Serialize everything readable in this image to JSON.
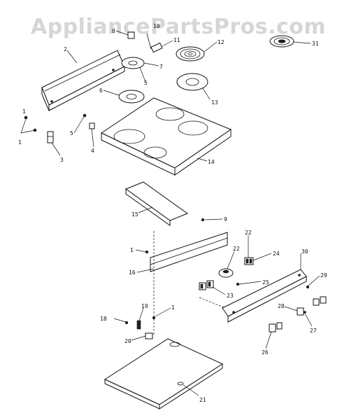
{
  "watermark": "AppliancePartsPros.com",
  "callouts": [
    {
      "id": "c2",
      "text": "2"
    },
    {
      "id": "c1a",
      "text": "1"
    },
    {
      "id": "c3",
      "text": "3"
    },
    {
      "id": "c4a",
      "text": "1"
    },
    {
      "id": "c5a",
      "text": "5"
    },
    {
      "id": "c4",
      "text": "4"
    },
    {
      "id": "c6",
      "text": "6"
    },
    {
      "id": "c5b",
      "text": "5"
    },
    {
      "id": "c7",
      "text": "7"
    },
    {
      "id": "c8",
      "text": "8"
    },
    {
      "id": "c10",
      "text": "10"
    },
    {
      "id": "c11",
      "text": "11"
    },
    {
      "id": "c12",
      "text": "12"
    },
    {
      "id": "c13",
      "text": "13"
    },
    {
      "id": "c14",
      "text": "14"
    },
    {
      "id": "c31",
      "text": "31"
    },
    {
      "id": "c15",
      "text": "15"
    },
    {
      "id": "c9",
      "text": "9"
    },
    {
      "id": "c1b",
      "text": "1"
    },
    {
      "id": "c16",
      "text": "16"
    },
    {
      "id": "c22a",
      "text": "22"
    },
    {
      "id": "c22b",
      "text": "22"
    },
    {
      "id": "c24",
      "text": "24"
    },
    {
      "id": "c30",
      "text": "30"
    },
    {
      "id": "c25",
      "text": "25"
    },
    {
      "id": "c23",
      "text": "23"
    },
    {
      "id": "c29",
      "text": "29"
    },
    {
      "id": "c1c",
      "text": "1"
    },
    {
      "id": "c19",
      "text": "19"
    },
    {
      "id": "c18",
      "text": "18"
    },
    {
      "id": "c20",
      "text": "20"
    },
    {
      "id": "c28",
      "text": "28"
    },
    {
      "id": "c27",
      "text": "27"
    },
    {
      "id": "c26",
      "text": "26"
    },
    {
      "id": "c21",
      "text": "21"
    }
  ]
}
